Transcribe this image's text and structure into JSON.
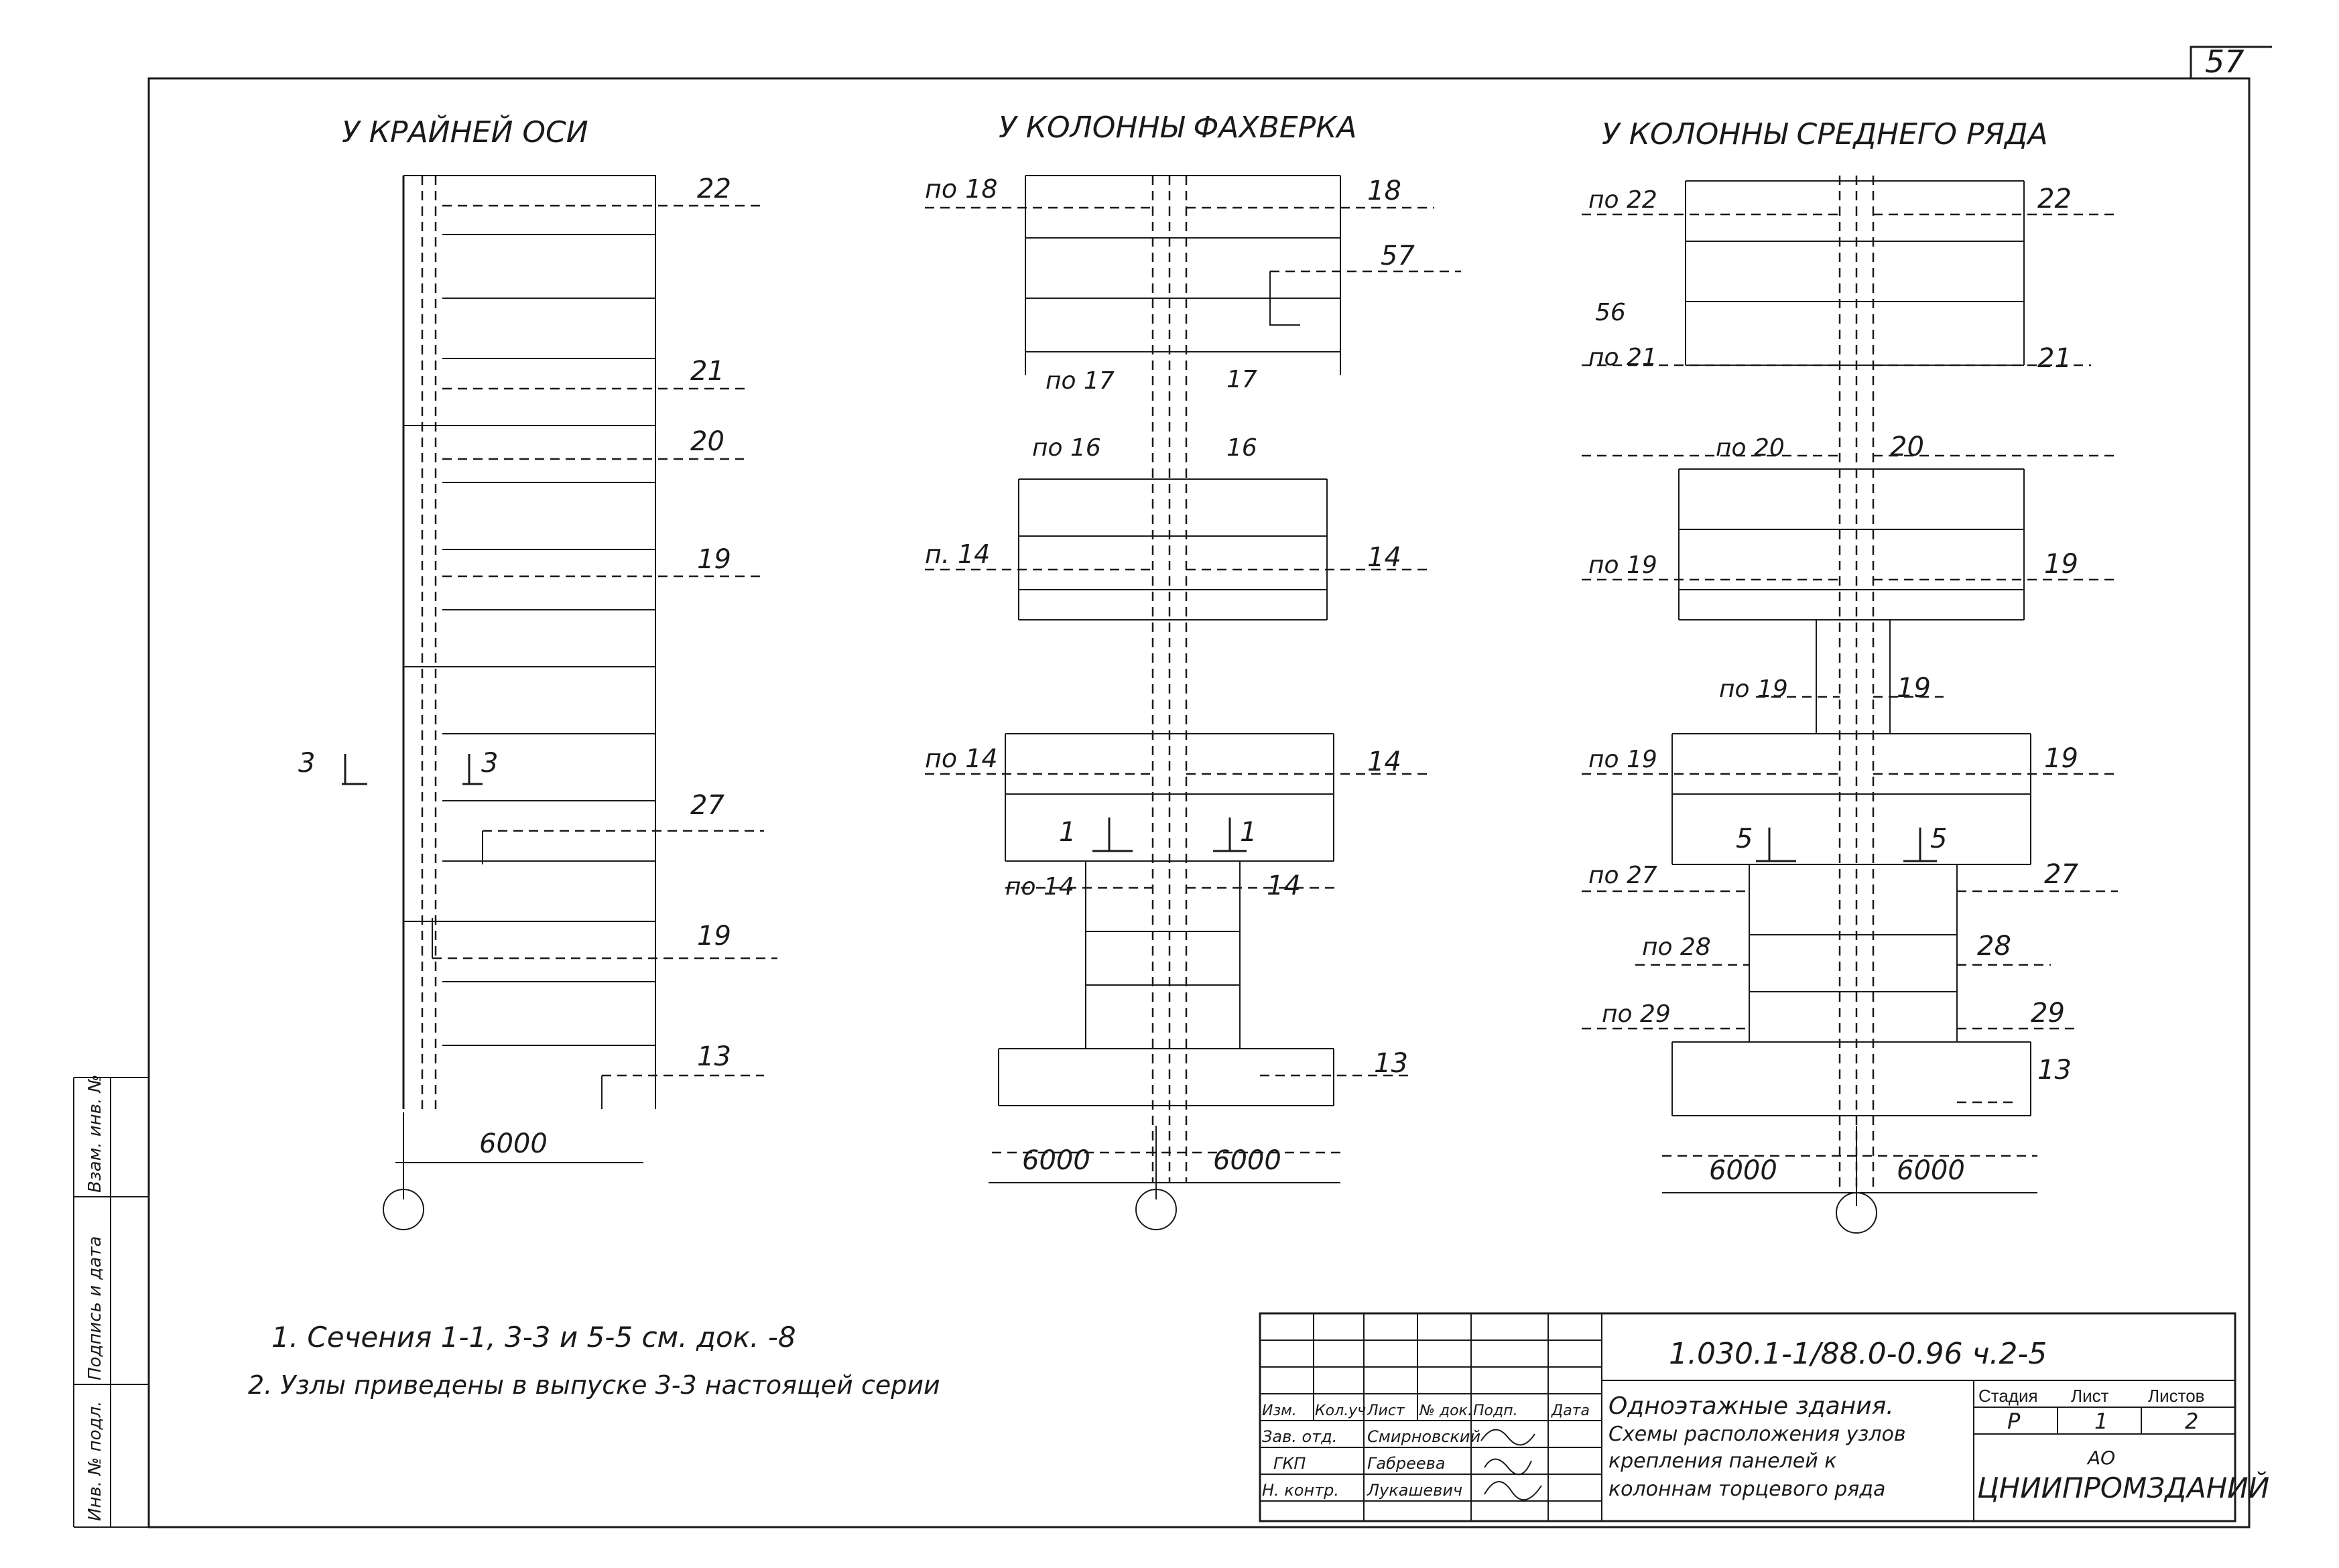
{
  "sheet": {
    "number": "57"
  },
  "views": [
    {
      "title": "У КРАЙНЕЙ ОСИ",
      "marks": [
        "22",
        "21",
        "20",
        "19",
        "27",
        "19",
        "13"
      ],
      "section_marks": [
        "3",
        "3"
      ],
      "dims": [
        "6000"
      ]
    },
    {
      "title": "У КОЛОННЫ ФАХВЕРКА",
      "marks_left": [
        "по 18",
        "по 17",
        "по 16",
        "п. 14",
        "по 14",
        "по 14"
      ],
      "marks_right": [
        "18",
        "57",
        "17",
        "16",
        "14",
        "14",
        "14",
        "13"
      ],
      "section_marks": [
        "1",
        "1"
      ],
      "dims": [
        "6000",
        "6000"
      ]
    },
    {
      "title": "У КОЛОННЫ СРЕДНЕГО РЯДА",
      "marks_left": [
        "по 22",
        "56",
        "по 21",
        "по 20",
        "по 19",
        "по 19",
        "по 19",
        "по 27",
        "по 28",
        "по 29"
      ],
      "marks_right": [
        "22",
        "21",
        "20",
        "19",
        "19",
        "19",
        "27",
        "28",
        "29",
        "13"
      ],
      "section_marks": [
        "5",
        "5"
      ],
      "dims": [
        "6000",
        "6000"
      ]
    }
  ],
  "notes": [
    "1. Сечения 1-1, 3-3 и 5-5 см. док. -8",
    "2. Узлы приведены в выпуске 3-3 настоящей серии"
  ],
  "side_stamp": [
    "Инв. № подл.",
    "Подпись и дата",
    "Взам. инв. №"
  ],
  "title_block": {
    "doc_code": "1.030.1-1/88.0-0.96 ч.2-5",
    "headers": [
      "Изм.",
      "Кол.уч",
      "Лист",
      "№ док.",
      "Подп.",
      "Дата"
    ],
    "roles": [
      {
        "role": "Зав. отд.",
        "name": "Смирновский"
      },
      {
        "role": "ГКП",
        "name": "Габреева"
      },
      {
        "role": "Н. контр.",
        "name": "Лукашевич"
      }
    ],
    "description": [
      "Одноэтажные здания.",
      "Схемы расположения узлов",
      "крепления панелей к",
      "колоннам торцевого ряда"
    ],
    "stage_label": "Стадия",
    "sheet_label": "Лист",
    "sheets_label": "Листов",
    "stage": "Р",
    "sheet": "1",
    "sheets": "2",
    "org_prefix": "АО",
    "org": "ЦНИИПРОМЗДАНИЙ"
  }
}
